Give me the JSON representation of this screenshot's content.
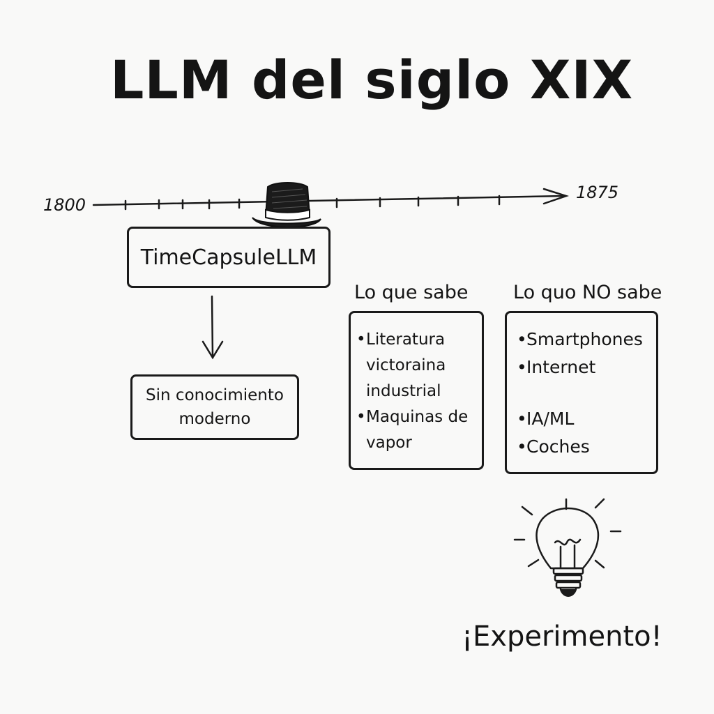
{
  "title": "LLM del siglo XIX",
  "timeline": {
    "start": "1800",
    "end": "1875"
  },
  "model_box": {
    "label": "TimeCapsuleLLM"
  },
  "result_box": {
    "line1": "Sin conocimiento",
    "line2": "moderno"
  },
  "knows": {
    "heading": "Lo que sabe",
    "items": [
      "Literatura victoraina industrial",
      "Maquinas de vapor"
    ]
  },
  "not_knows": {
    "heading": "Lo quo NO sabe",
    "items": [
      "Smartphones",
      "Internet",
      "IA/ML",
      "Coches"
    ]
  },
  "footer": "¡Experimento!",
  "icons": [
    "top-hat-icon",
    "light-bulb-icon"
  ]
}
